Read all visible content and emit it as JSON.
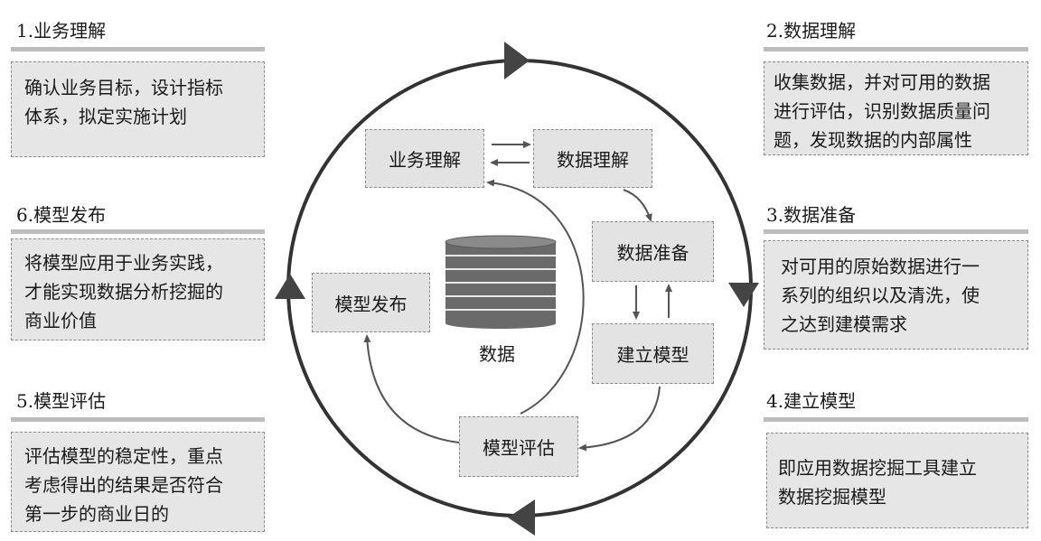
{
  "phases": {
    "business_understanding": {
      "title": "1.业务理解",
      "description_lines": [
        "确认业务目标，设计指标",
        "体系，拟定实施计划"
      ]
    },
    "data_understanding": {
      "title": "2.数据理解",
      "description_lines": [
        "收集数据，并对可用的数据",
        "进行评估，识别数据质量问",
        "题，发现数据的内部属性"
      ]
    },
    "data_preparation": {
      "title": "3.数据准备",
      "description_lines": [
        "对可用的原始数据进行一",
        "系列的组织以及清洗，使",
        "之达到建模需求"
      ]
    },
    "modeling": {
      "title": "4.建立模型",
      "description_lines": [
        "即应用数据挖掘工具建立",
        "数据挖掘模型"
      ]
    },
    "evaluation": {
      "title": "5.模型评估",
      "description_lines": [
        "评估模型的稳定性，重点",
        "考虑得出的结果是否符合",
        "第一步的商业日的"
      ]
    },
    "deployment": {
      "title": "6.模型发布",
      "description_lines": [
        "将模型应用于业务实践，",
        "才能实现数据分析挖掘的",
        "商业价值"
      ]
    }
  },
  "cycle_nodes": {
    "business_understanding": "业务理解",
    "data_understanding": "数据理解",
    "data_preparation": "数据准备",
    "modeling": "建立模型",
    "evaluation": "模型评估",
    "deployment": "模型发布"
  },
  "center": {
    "database_label": "数据",
    "database_icon": "database-icon"
  },
  "colors": {
    "box_fill": "#e3e3e3",
    "rule": "#bdbdbd",
    "ring": "#333333",
    "arrow": "#555555",
    "database_fill": "#6a6a6a"
  }
}
